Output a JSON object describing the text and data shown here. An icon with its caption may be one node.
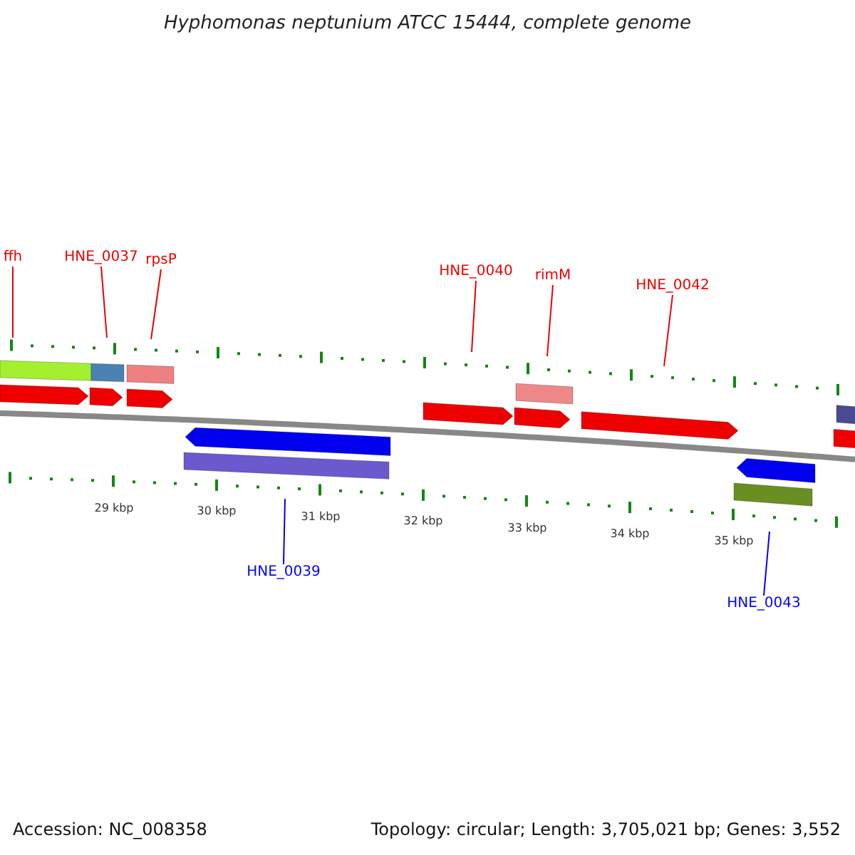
{
  "diagram": {
    "title": "Hyphomonas neptunium ATCC 15444, complete genome",
    "nodes": [
      {
        "text": [
          "ffh"
        ]
      },
      {
        "text": [
          "HNE_0037"
        ]
      },
      {
        "text": [
          "rpsP"
        ]
      },
      {
        "text": [
          "HNE_0040"
        ]
      },
      {
        "text": [
          "rimM"
        ]
      },
      {
        "text": [
          "HNE_0042"
        ]
      },
      {
        "text": [
          "HNE_0039"
        ]
      },
      {
        "text": [
          "HNE_0043"
        ]
      }
    ],
    "edges": [
      {
        "from": 0,
        "to": null,
        "arrow": "none"
      },
      {
        "from": 1,
        "to": null,
        "arrow": "none"
      },
      {
        "from": 2,
        "to": null,
        "arrow": "none"
      },
      {
        "from": 3,
        "to": null,
        "arrow": "none"
      },
      {
        "from": 4,
        "to": null,
        "arrow": "none"
      },
      {
        "from": 5,
        "to": null,
        "arrow": "none"
      },
      {
        "from": 6,
        "to": null,
        "arrow": "none",
        "color": "#0000ff"
      },
      {
        "from": 7,
        "to": null,
        "arrow": "none",
        "color": "#0000ff"
      }
    ],
    "labels": [
      "29 kbp",
      "30 kbp",
      "31 kbp",
      "32 kbp",
      "33 kbp",
      "34 kbp",
      "35 kbp",
      "Accession: NC_008358",
      "Topology: circular; Length: 3,705,021 bp; Genes: 3,552"
    ]
  }
}
